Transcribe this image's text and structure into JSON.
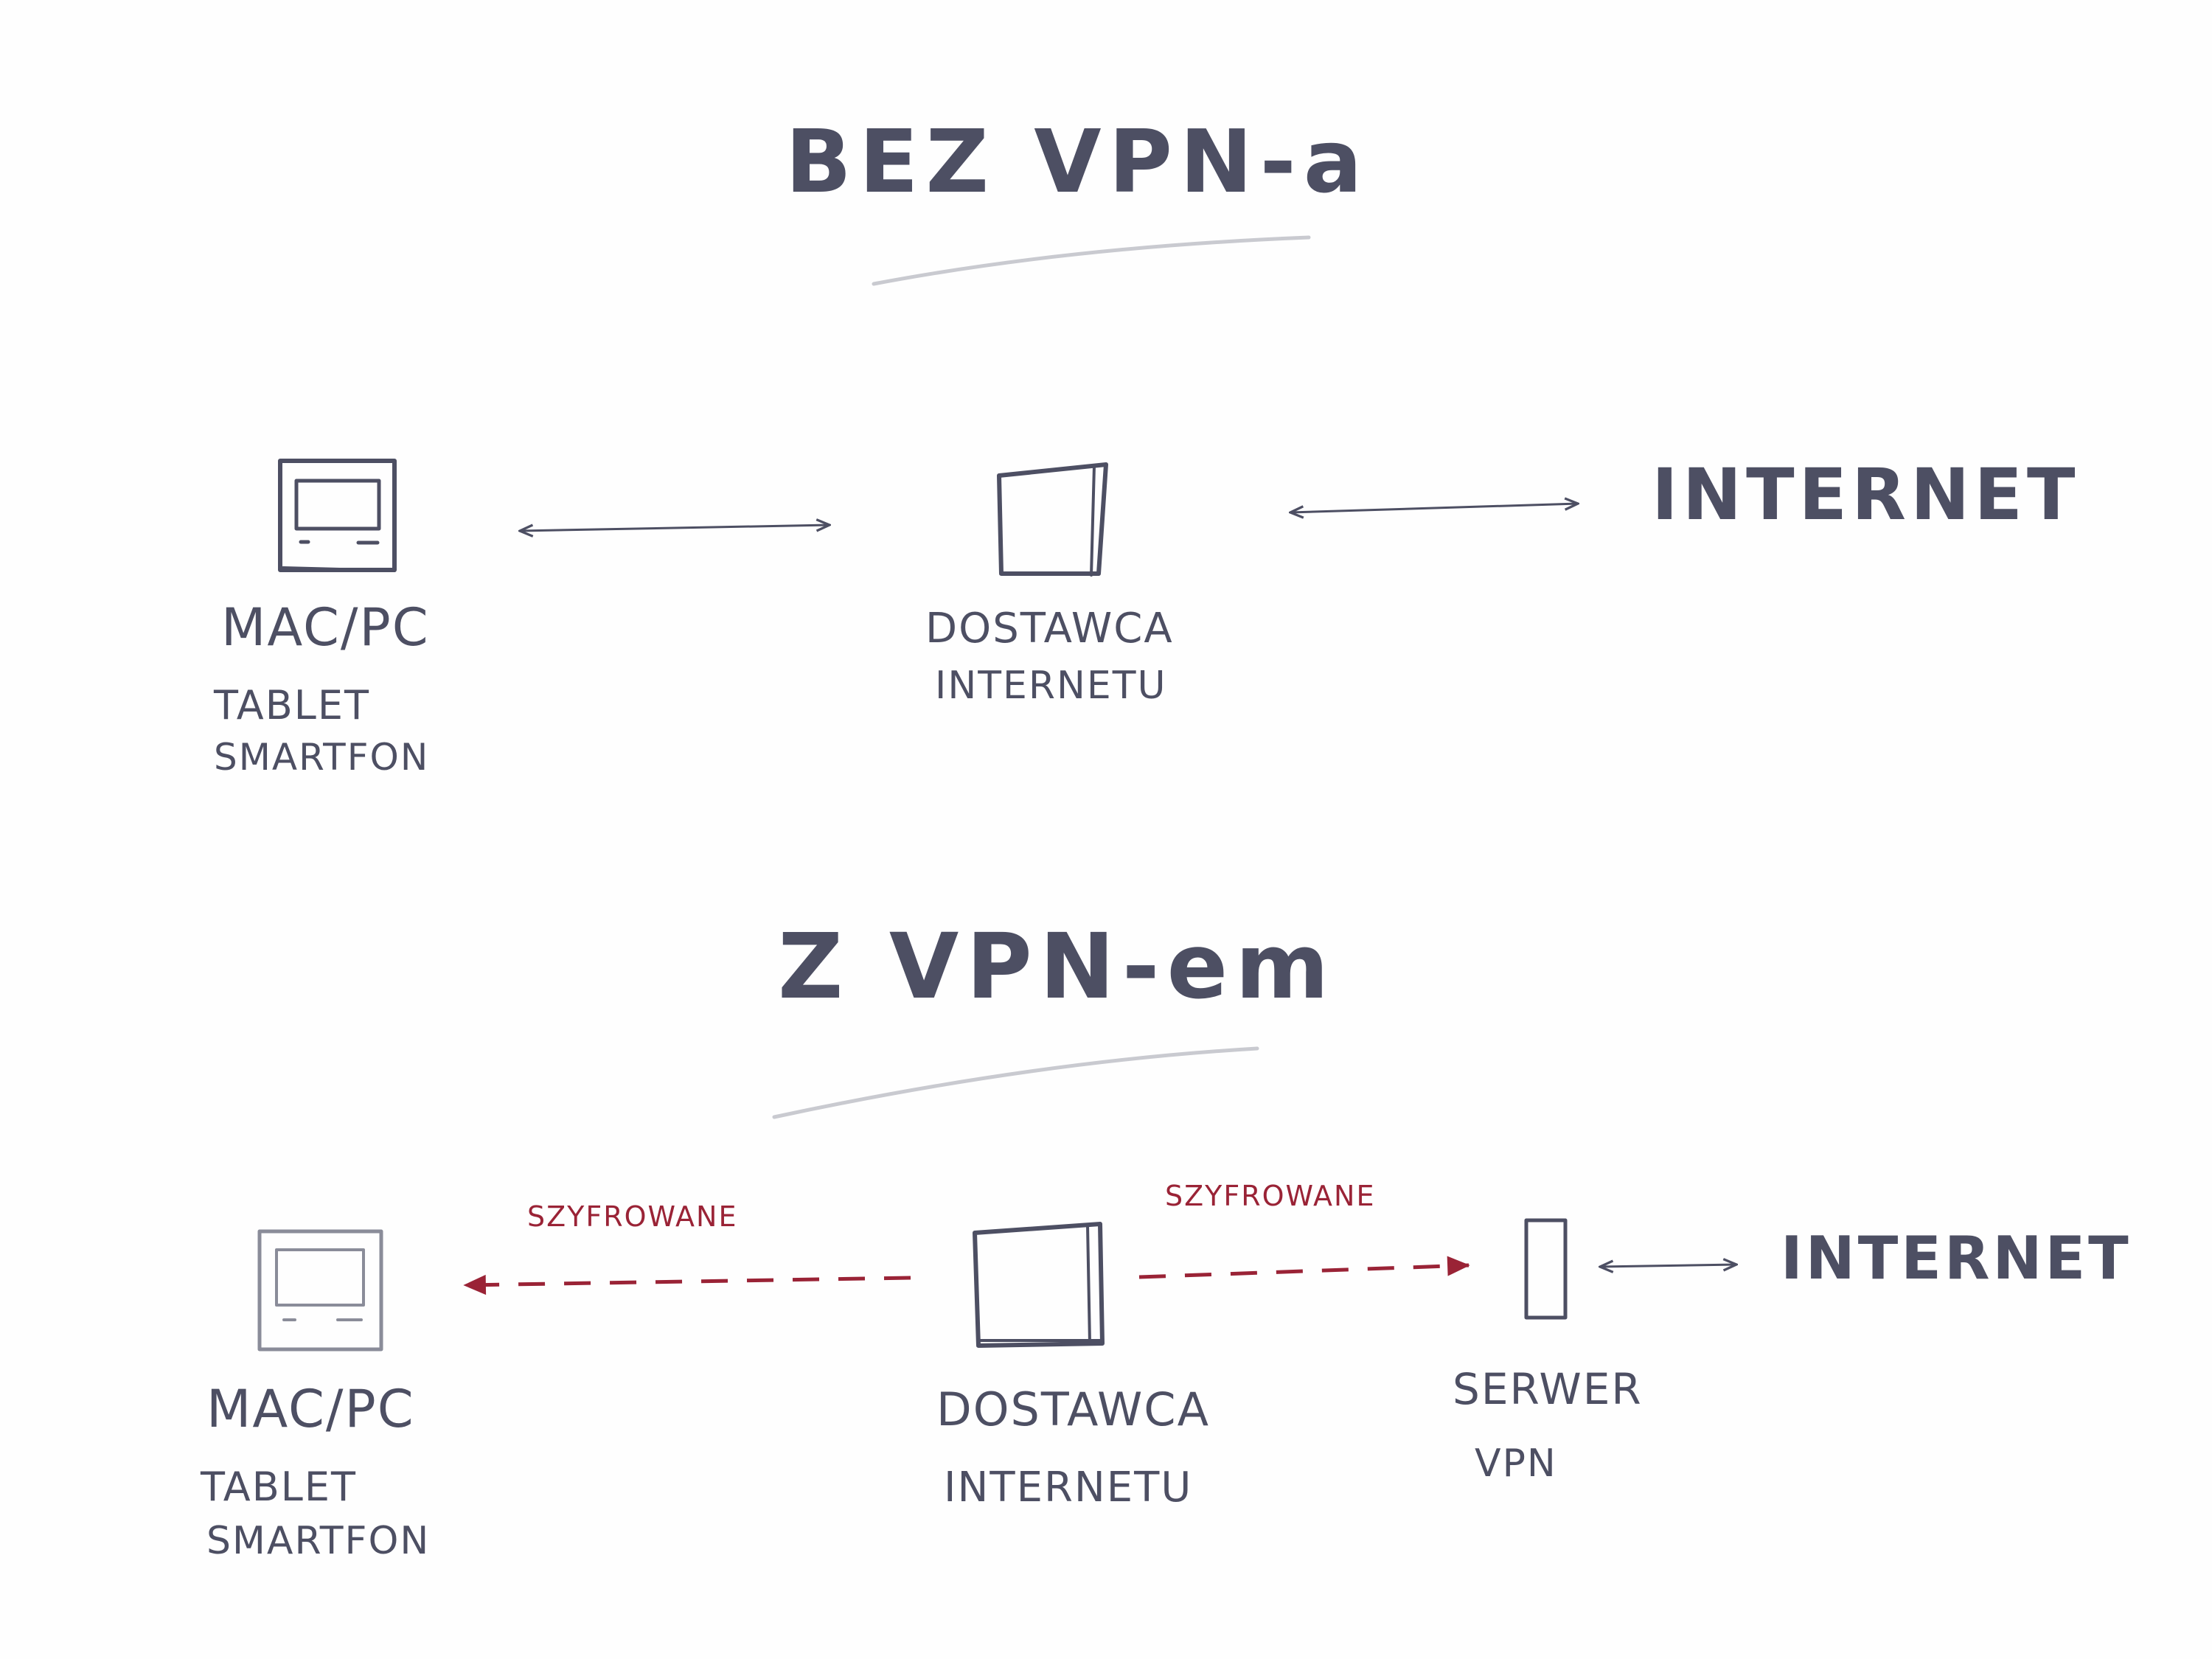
{
  "colors": {
    "ink": "#4d4f63",
    "accent": "#9a2336",
    "line_light": "#cfd0d6"
  },
  "without_vpn": {
    "title": "BEZ VPN-a",
    "device_label": "MAC/PC",
    "device_sublabel_1": "TABLET",
    "device_sublabel_2": "SMARTFON",
    "isp_label_1": "DOSTAWCA",
    "isp_label_2": "INTERNETU",
    "internet_label": "INTERNET"
  },
  "with_vpn": {
    "title": "Z VPN-em",
    "device_label": "MAC/PC",
    "device_sublabel_1": "TABLET",
    "device_sublabel_2": "SMARTFON",
    "encrypted_label_left": "SZYFROWANE",
    "encrypted_label_right": "SZYFROWANE",
    "isp_label_1": "DOSTAWCA",
    "isp_label_2": "INTERNETU",
    "vpn_server_label_1": "SERWER",
    "vpn_server_label_2": "VPN",
    "internet_label": "INTERNET"
  }
}
